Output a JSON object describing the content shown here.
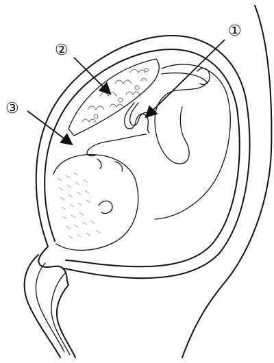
{
  "labels": [
    {
      "id": "1",
      "text": "①"
    },
    {
      "id": "2",
      "text": "②"
    },
    {
      "id": "3",
      "text": "③"
    }
  ],
  "colors": {
    "ink": "#111111",
    "background": "#ffffff"
  }
}
